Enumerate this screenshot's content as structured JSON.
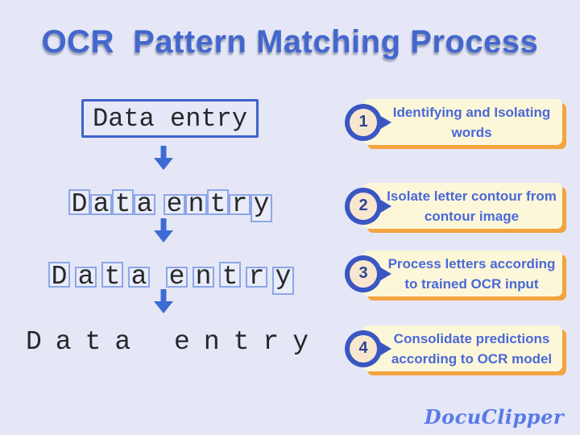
{
  "title": "OCR  Pattern Matching Process",
  "flow": {
    "step1_text": "Data entry",
    "letters": [
      "D",
      "a",
      "t",
      "a",
      "e",
      "n",
      "t",
      "r",
      "y"
    ],
    "final_text": "Data entry"
  },
  "steps": [
    {
      "number": "1",
      "line1": "Identifying and Isolating",
      "line2": "words"
    },
    {
      "number": "2",
      "line1": "Isolate letter contour from",
      "line2": "contour image"
    },
    {
      "number": "3",
      "line1": "Process letters according",
      "line2": "to trained OCR input"
    },
    {
      "number": "4",
      "line1": "Consolidate predictions",
      "line2": "according to OCR model"
    }
  ],
  "logo_text": "DocuClipper",
  "colors": {
    "background": "#e5e7f7",
    "title_blue": "#4367cd",
    "word_box_border_blue": "#3e63c9",
    "letter_box_blue": "#8ca6e8",
    "arrow_blue": "#3d6bd3",
    "callout_bg_cream": "#fdf7da",
    "callout_shadow_orange": "#f3a43e",
    "badge_blue": "#3a56c3",
    "badge_inner_cream": "#f8e7ce",
    "callout_text_blue": "#4a68d8",
    "ink": "#26282c",
    "logo_blue": "#5a79e8"
  }
}
